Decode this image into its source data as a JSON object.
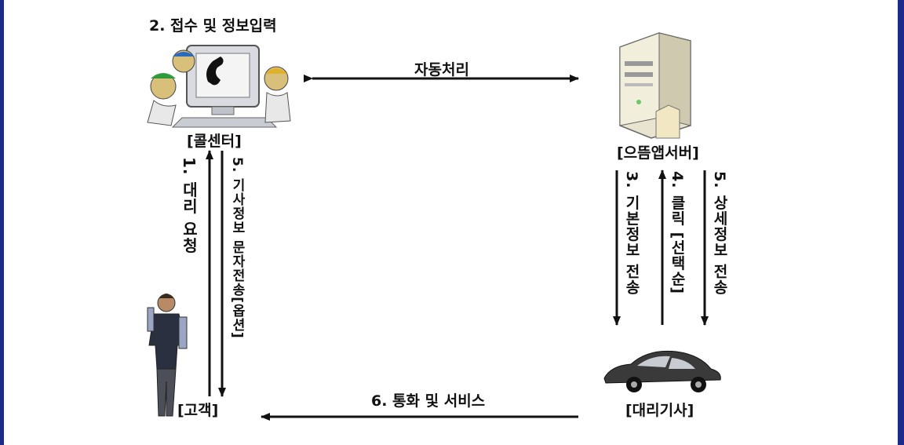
{
  "diagram": {
    "title": "2. 접수 및 정보입력",
    "nodes": {
      "call_center": "[콜센터]",
      "server": "[으뜸앱서버]",
      "customer": "[고객]",
      "driver": "[대리기사]"
    },
    "edges": {
      "auto": "자동처리",
      "step1": "1. 대리 요청",
      "step5_sms": "5. 기사정보 문자전송[옵션]",
      "step3": "3. 기본정보 전송",
      "step4": "4. 클릭 [선택순]",
      "step5_detail": "5. 상세정보 전송",
      "step6": "6. 통화 및 서비스"
    }
  },
  "colors": {
    "frame": "#1c2b8a",
    "text": "#111111"
  }
}
